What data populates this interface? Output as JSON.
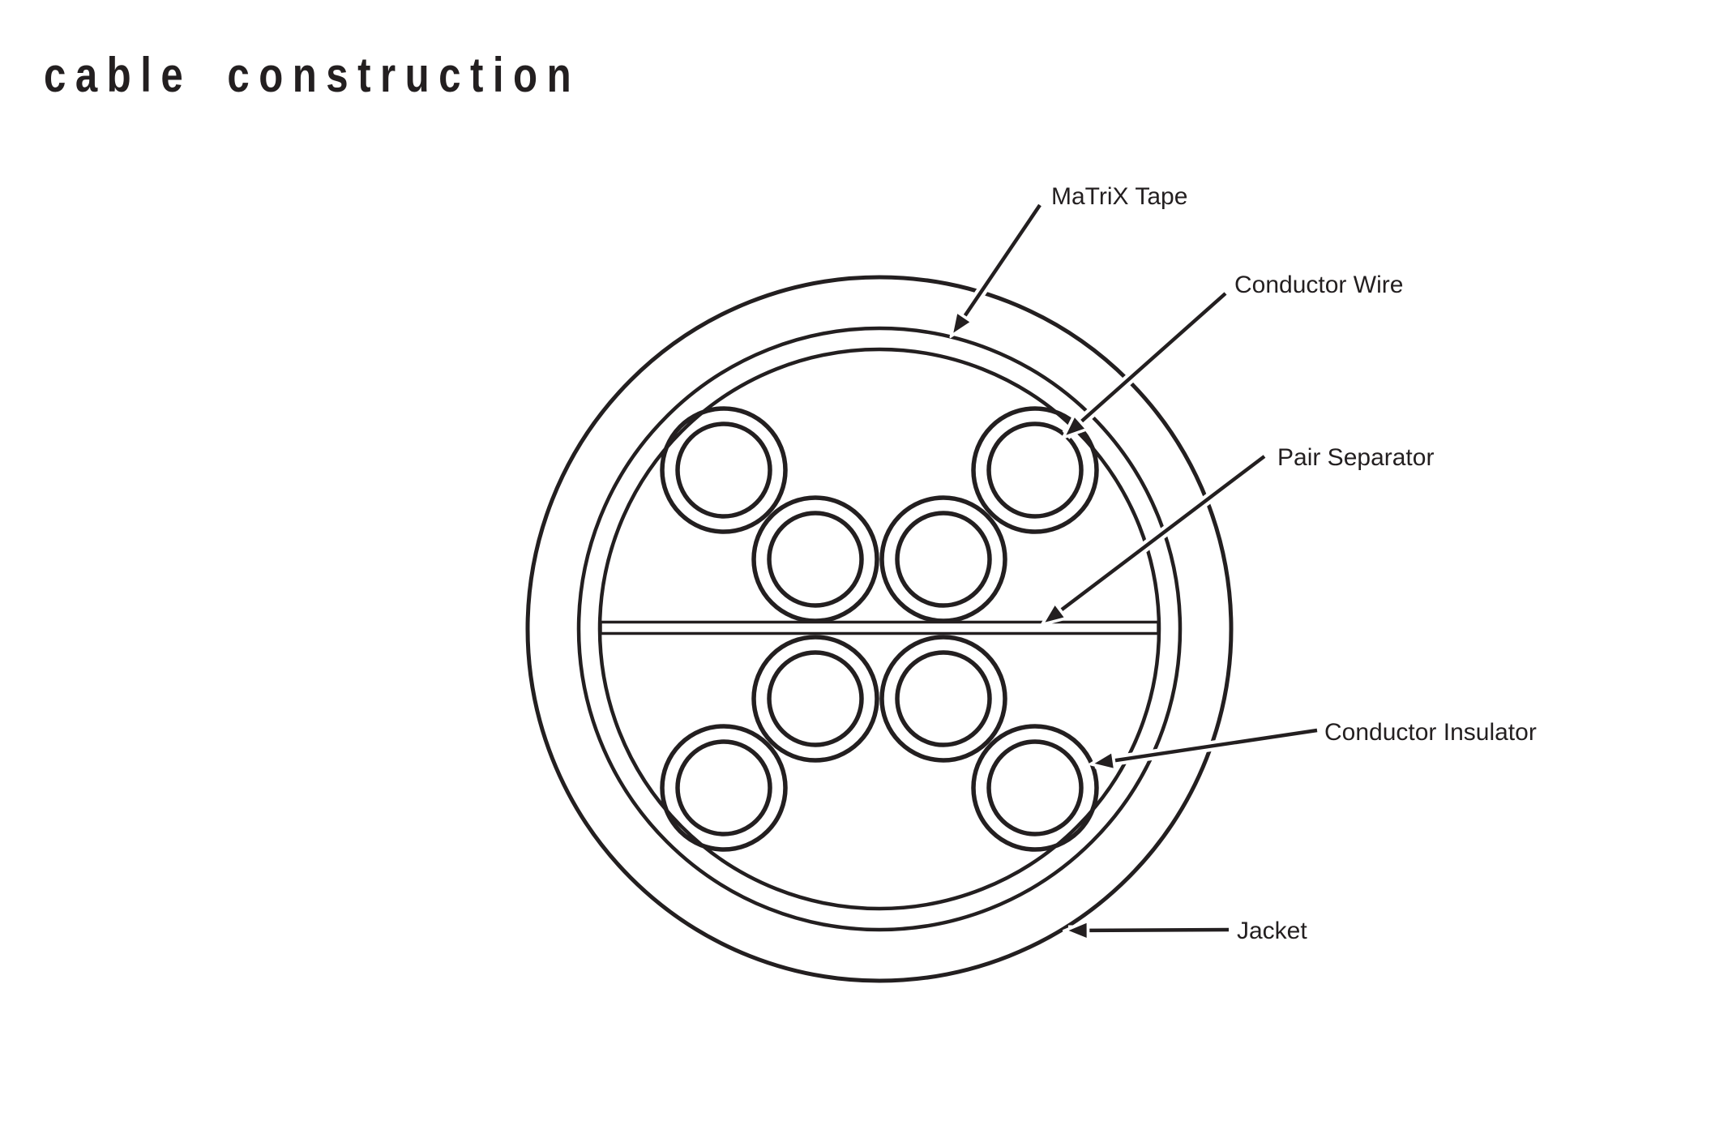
{
  "page": {
    "title": "cable construction"
  },
  "diagram": {
    "labels": {
      "matrix_tape": "MaTriX Tape",
      "conductor_wire": "Conductor Wire",
      "pair_separator": "Pair Separator",
      "conductor_insulator": "Conductor Insulator",
      "jacket": "Jacket"
    },
    "structure": {
      "conductor_pairs": 4,
      "conductors_total": 8,
      "separator_orientation": "horizontal",
      "layers_outside_in": [
        "Jacket",
        "MaTriX Tape",
        "Conductors"
      ]
    },
    "colors": {
      "ink": "#231f20",
      "background": "#ffffff"
    }
  }
}
